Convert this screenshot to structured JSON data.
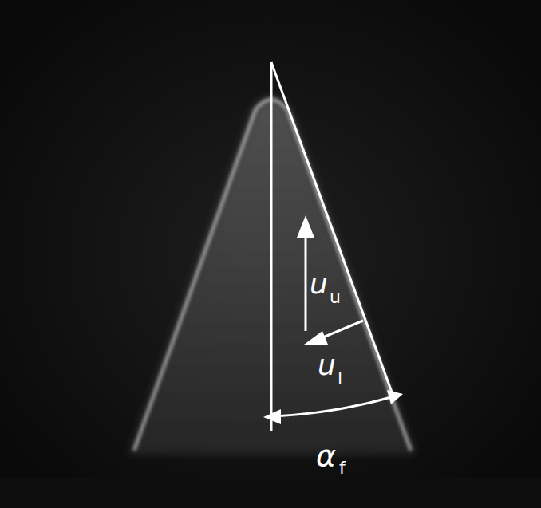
{
  "diagram": {
    "labels": [
      "u",
      "u",
      "u",
      "l",
      "α",
      "f"
    ]
  }
}
